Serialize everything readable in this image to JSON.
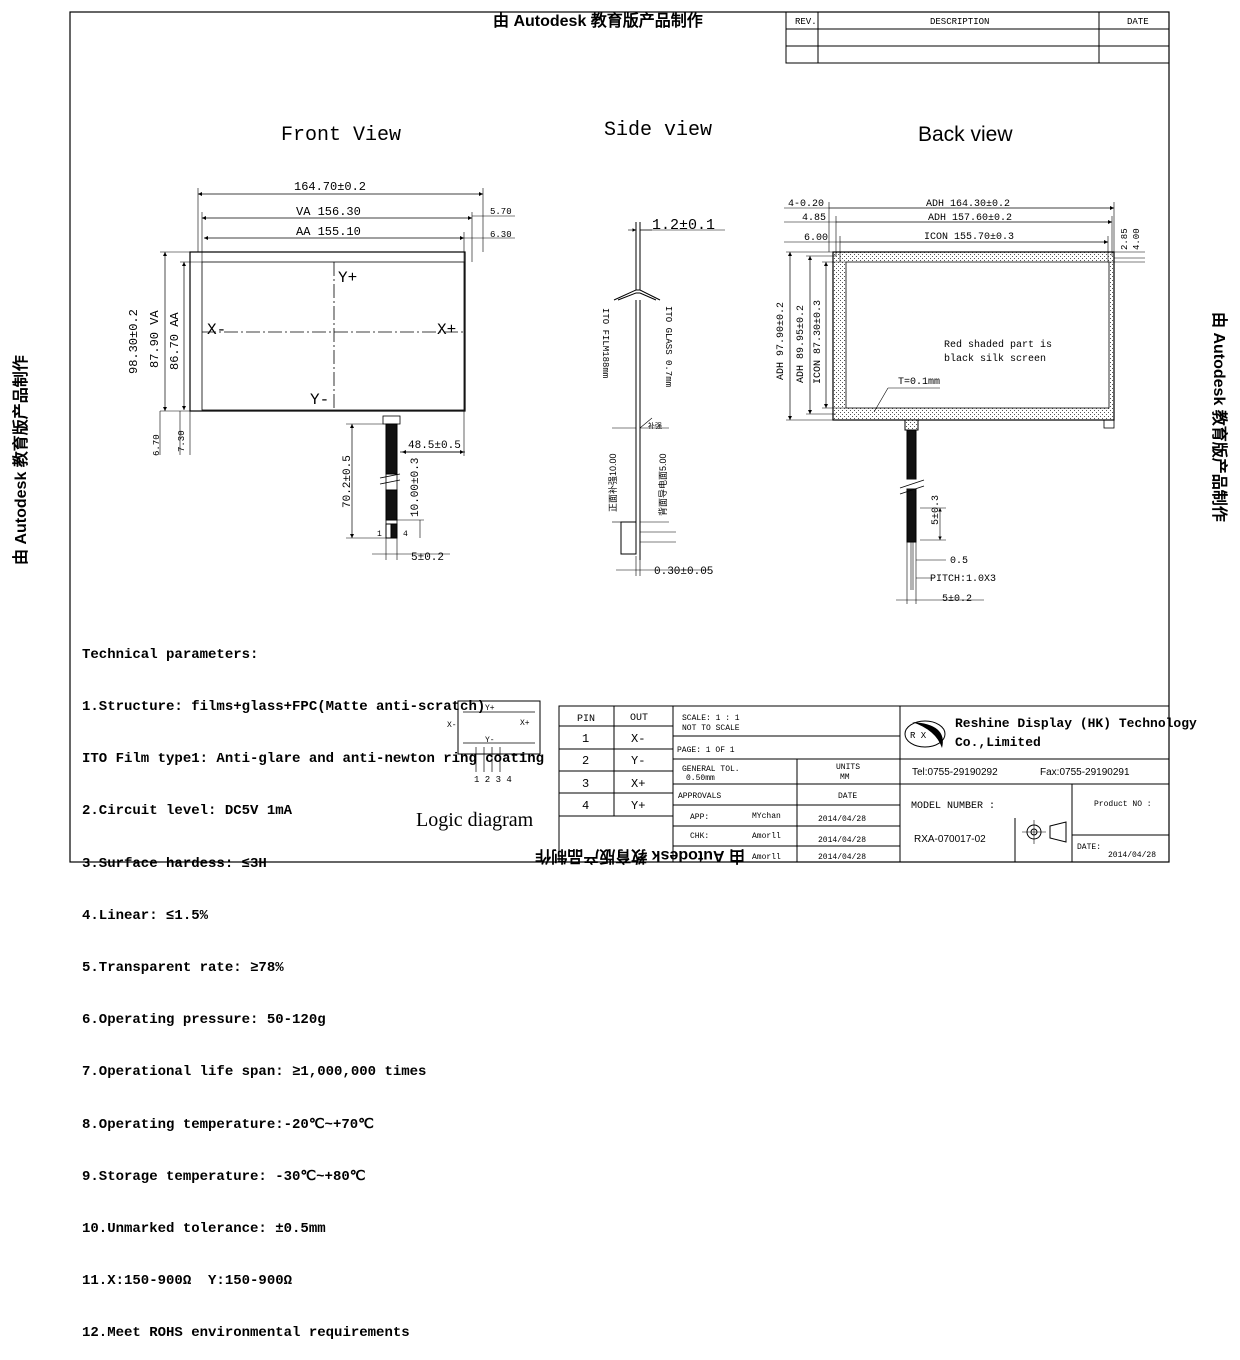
{
  "watermark": "由 Autodesk 教育版产品制作",
  "revision_table": {
    "rev": "REV.",
    "description": "DESCRIPTION",
    "date": "DATE"
  },
  "views": {
    "front": "Front View",
    "side": "Side view",
    "back": "Back view"
  },
  "front_dims": {
    "width": "164.70±0.2",
    "va_w": "VA  156.30",
    "aa_w": "AA  155.10",
    "off_va": "5.70",
    "off_aa": "6.30",
    "height": "98.30±0.2",
    "va_h": "87.90 VA",
    "aa_h": "86.70  AA",
    "bottom1": "6.70",
    "bottom2": "7.30",
    "fpc_offset": "48.5±0.5",
    "fpc_len": "70.2±0.5",
    "fpc_tail": "10.00±0.3",
    "fpc_w": "5±0.2",
    "axis_yp": "Y+",
    "axis_ym": "Y-",
    "axis_xm": "X-",
    "axis_xp": "X+",
    "pin1": "1",
    "pin4": "4"
  },
  "side_dims": {
    "thickness": "1.2±0.1",
    "ito_film": "ITO FILM188mm",
    "ito_glass": "ITO GLASS 0.7mm",
    "tail": "0.30±0.05",
    "label_a": "正面补强10.00",
    "label_b": "背面导电面5.00",
    "label_c": "补强"
  },
  "back_dims": {
    "off1": "4-0.20",
    "off2": "4.85",
    "off3": "6.00",
    "adh_w1": "ADH 164.30±0.2",
    "adh_w2": "ADH 157.60±0.2",
    "icon_w": "ICON 155.70±0.3",
    "r1": "2.85",
    "r2": "4.00",
    "adh_h1": "ADH 97.90±0.2",
    "adh_h2": "ADH 89.95±0.2",
    "icon_h": "ICON 87.30±0.3",
    "note1": "Red shaded part is",
    "note2": "black silk screen",
    "t": "T=0.1mm",
    "fpc_tail": "5±0.3",
    "pin_w": "0.5",
    "pitch": "PITCH:1.0X3",
    "fpc_w": "5±0.2"
  },
  "tech": {
    "lines": [
      "Technical parameters:",
      "1.Structure: films+glass+FPC(Matte anti-scratch)",
      "ITO Film type1: Anti-glare and anti-newton ring coating",
      "2.Circuit level: DC5V 1mA",
      "3.Surface hardess: ≤3H",
      "4.Linear: ≤1.5%",
      "5.Transparent rate: ≥78%",
      "6.Operating pressure: 50-120g",
      "7.Operational life span: ≥1,000,000 times",
      "8.Operating temperature:-20℃~+70℃",
      "9.Storage temperature: -30℃~+80℃",
      "10.Unmarked tolerance: ±0.5mm",
      "11.X:150-900Ω  Y:150-900Ω",
      "12.Meet ROHS environmental requirements"
    ]
  },
  "logic": {
    "yp": "Y+",
    "ym": "Y-",
    "xm": "X-",
    "xp": "X+",
    "pins": "1 2 3 4",
    "title": "Logic diagram"
  },
  "pin_table": {
    "head_pin": "PIN",
    "head_out": "OUT",
    "rows": [
      {
        "pin": "1",
        "out": "X-"
      },
      {
        "pin": "2",
        "out": "Y-"
      },
      {
        "pin": "3",
        "out": "X+"
      },
      {
        "pin": "4",
        "out": "Y+"
      }
    ]
  },
  "title_block": {
    "scale": "SCALE: 1 : 1",
    "not_to_scale": "NOT TO SCALE",
    "page": "PAGE:  1 OF 1",
    "gen_tol": "GENERAL TOL.",
    "tol_val": "0.50mm",
    "units": "UNITS",
    "units_val": "MM",
    "approvals": "APPROVALS",
    "date": "DATE",
    "app": "APP:",
    "app_name": "MYchan",
    "app_date": "2014/04/28",
    "chk": "CHK:",
    "chk_name": "Amorll",
    "chk_date": "2014/04/28",
    "drw_name": "Amorll",
    "drw_date": "2014/04/28",
    "logo": "R X",
    "company1": "Reshine Display (HK) Technology",
    "company2": "Co.,Limited",
    "tel": "Tel:0755-29190292",
    "fax": "Fax:0755-29190291",
    "model_label": "MODEL NUMBER :",
    "model": "RXA-070017-02",
    "product_label": "Product NO :",
    "date_label": "DATE:",
    "date_val": "2014/04/28"
  }
}
